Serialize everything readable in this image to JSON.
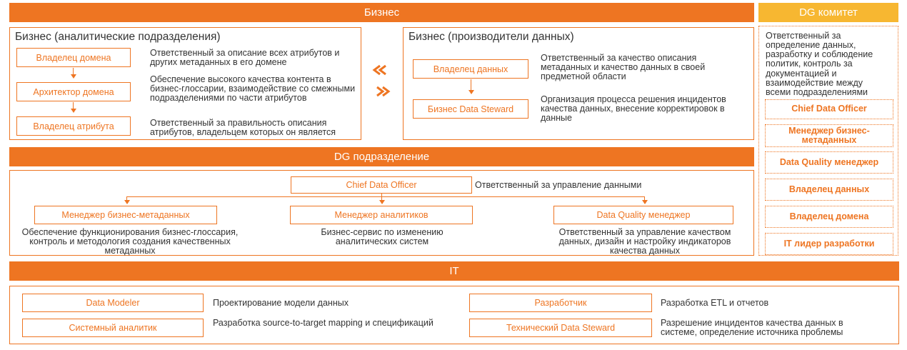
{
  "business": {
    "header": "Бизнес",
    "analytic": {
      "title": "Бизнес (аналитические подразделения)",
      "roles": [
        {
          "label": "Владелец домена",
          "desc": "Ответственный за описание всех атрибутов и других метаданных в его домене"
        },
        {
          "label": "Архитектор домена",
          "desc": "Обеспечение высокого качества контента в бизнес-глоссарии, взаимодействие со смежными подразделениями по части атрибутов"
        },
        {
          "label": "Владелец атрибута",
          "desc": "Ответственный за правильность описания атрибутов, владельцем которых он является"
        }
      ]
    },
    "producers": {
      "title": "Бизнес (производители данных)",
      "roles": [
        {
          "label": "Владелец данных",
          "desc": "Ответственный за качество описания метаданных и качество данных в своей предметной области"
        },
        {
          "label": "Бизнес Data Steward",
          "desc": "Организация процесса решения инцидентов качества данных, внесение корректировок в данные"
        }
      ]
    }
  },
  "committee": {
    "header": "DG комитет",
    "desc": "Ответственный за определение данных, разработку и соблюдение политик, контроль за документацией и взаимодействие между всеми подразделениями",
    "members": [
      "Chief Data Officer",
      "Менеджер бизнес-метаданных",
      "Data Quality менеджер",
      "Владелец данных",
      "Владелец домена",
      "IT лидер разработки"
    ]
  },
  "dg": {
    "header": "DG подразделение",
    "cdo": {
      "label": "Chief Data Officer",
      "desc": "Ответственный за управление данными"
    },
    "roles": [
      {
        "label": "Менеджер бизнес-метаданных",
        "desc": "Обеспечение функционирования бизнес-глоссария, контроль и методология создания качественных метаданных"
      },
      {
        "label": "Менеджер аналитиков",
        "desc": "Бизнес-сервис по изменению аналитических систем"
      },
      {
        "label": "Data Quality менеджер",
        "desc": "Ответственный за управление качеством данных, дизайн и настройку индикаторов качества данных"
      }
    ]
  },
  "it": {
    "header": "IT",
    "roles": [
      {
        "label": "Data Modeler",
        "desc": "Проектирование модели данных"
      },
      {
        "label": "Системный аналитик",
        "desc": "Разработка source-to-target mapping и спецификаций"
      },
      {
        "label": "Разработчик",
        "desc": "Разработка ETL и отчетов"
      },
      {
        "label": "Технический Data Steward",
        "desc": "Разрешение инцидентов качества данных в системе, определение источника проблемы"
      }
    ]
  },
  "colors": {
    "accent": "#ee7522",
    "committee": "#f7b731"
  },
  "icons": {
    "exchange": "double-chevron-arrows"
  }
}
